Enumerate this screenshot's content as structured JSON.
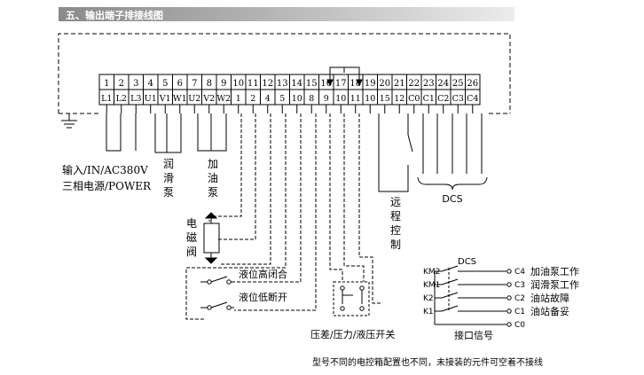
{
  "header": {
    "title": "五、输出端子排接线图"
  },
  "terminals": {
    "numbers": [
      "1",
      "2",
      "3",
      "4",
      "5",
      "6",
      "7",
      "8",
      "9",
      "10",
      "11",
      "12",
      "13",
      "14",
      "15",
      "16",
      "17",
      "18",
      "19",
      "20",
      "21",
      "22",
      "23",
      "24",
      "25",
      "26"
    ],
    "labels": [
      "L1",
      "L2",
      "L3",
      "U1",
      "V1",
      "W1",
      "U2",
      "V2",
      "W2",
      "1",
      "2",
      "4",
      "5",
      "10",
      "8",
      "9",
      "10",
      "11",
      "10",
      "15",
      "12",
      "C0",
      "C1",
      "C2",
      "C3",
      "C4"
    ]
  },
  "power": {
    "line1": "输入/IN/AC380V",
    "line2": "三相电源/POWER"
  },
  "pumps": {
    "lube": "润滑泵",
    "oil": "加油泵"
  },
  "valve": {
    "label": "电磁阀"
  },
  "level": {
    "high": "液位高闭合",
    "low": "液位低断开"
  },
  "pressure": {
    "label": "压差/压力/液压开关"
  },
  "remote": {
    "label": "远程控制"
  },
  "dcs": {
    "label": "DCS"
  },
  "interface": {
    "dcs_label": "DCS",
    "title": "接口信号",
    "rows": [
      {
        "relay": "KM2",
        "contact": "C4",
        "desc": "加油泵工作"
      },
      {
        "relay": "KM1",
        "contact": "C3",
        "desc": "润滑泵工作"
      },
      {
        "relay": "K2",
        "contact": "C2",
        "desc": "油站故障"
      },
      {
        "relay": "K1",
        "contact": "C1",
        "desc": "油站备妥"
      }
    ],
    "common": "C0"
  },
  "note": "型号不同的电控箱配置也不同，未接装的元件可空着不接线"
}
